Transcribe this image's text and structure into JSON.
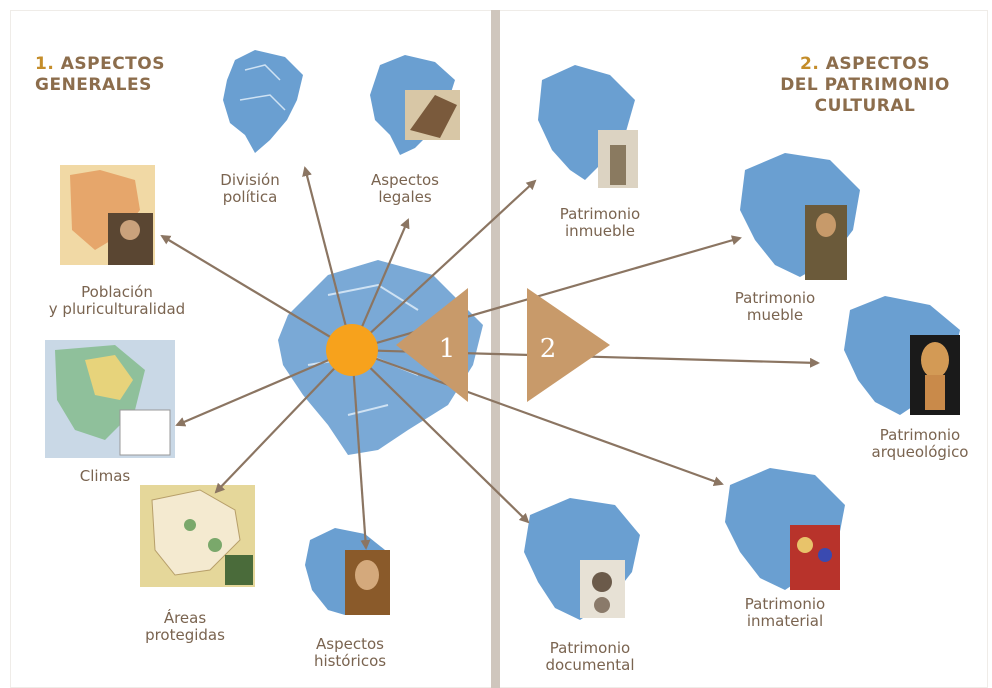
{
  "left_heading": {
    "number": "1.",
    "line1": "ASPECTOS",
    "line2": "GENERALES"
  },
  "right_heading": {
    "number": "2.",
    "line1": "ASPECTOS",
    "line2": "DEL PATRIMONIO",
    "line3": "CULTURAL"
  },
  "center_markers": {
    "left": "1",
    "right": "2"
  },
  "items": {
    "division": {
      "l1": "División",
      "l2": "política"
    },
    "legales": {
      "l1": "Aspectos",
      "l2": "legales"
    },
    "poblacion": {
      "l1": "Población",
      "l2": "y pluriculturalidad"
    },
    "climas": {
      "l1": "Climas"
    },
    "areas": {
      "l1": "Áreas",
      "l2": "protegidas"
    },
    "historicos": {
      "l1": "Aspectos",
      "l2": "históricos"
    },
    "inmueble": {
      "l1": "Patrimonio",
      "l2": "inmueble"
    },
    "mueble": {
      "l1": "Patrimonio",
      "l2": "mueble"
    },
    "arqueologico": {
      "l1": "Patrimonio",
      "l2": "arqueológico"
    },
    "inmaterial": {
      "l1": "Patrimonio",
      "l2": "inmaterial"
    },
    "documental": {
      "l1": "Patrimonio",
      "l2": "documental"
    }
  },
  "colors": {
    "map_blue": "#6a9fd1",
    "arrow": "#8b7562",
    "hub": "#f7a21c",
    "triangle": "#c89a6a",
    "divider": "#cfc6bd"
  }
}
